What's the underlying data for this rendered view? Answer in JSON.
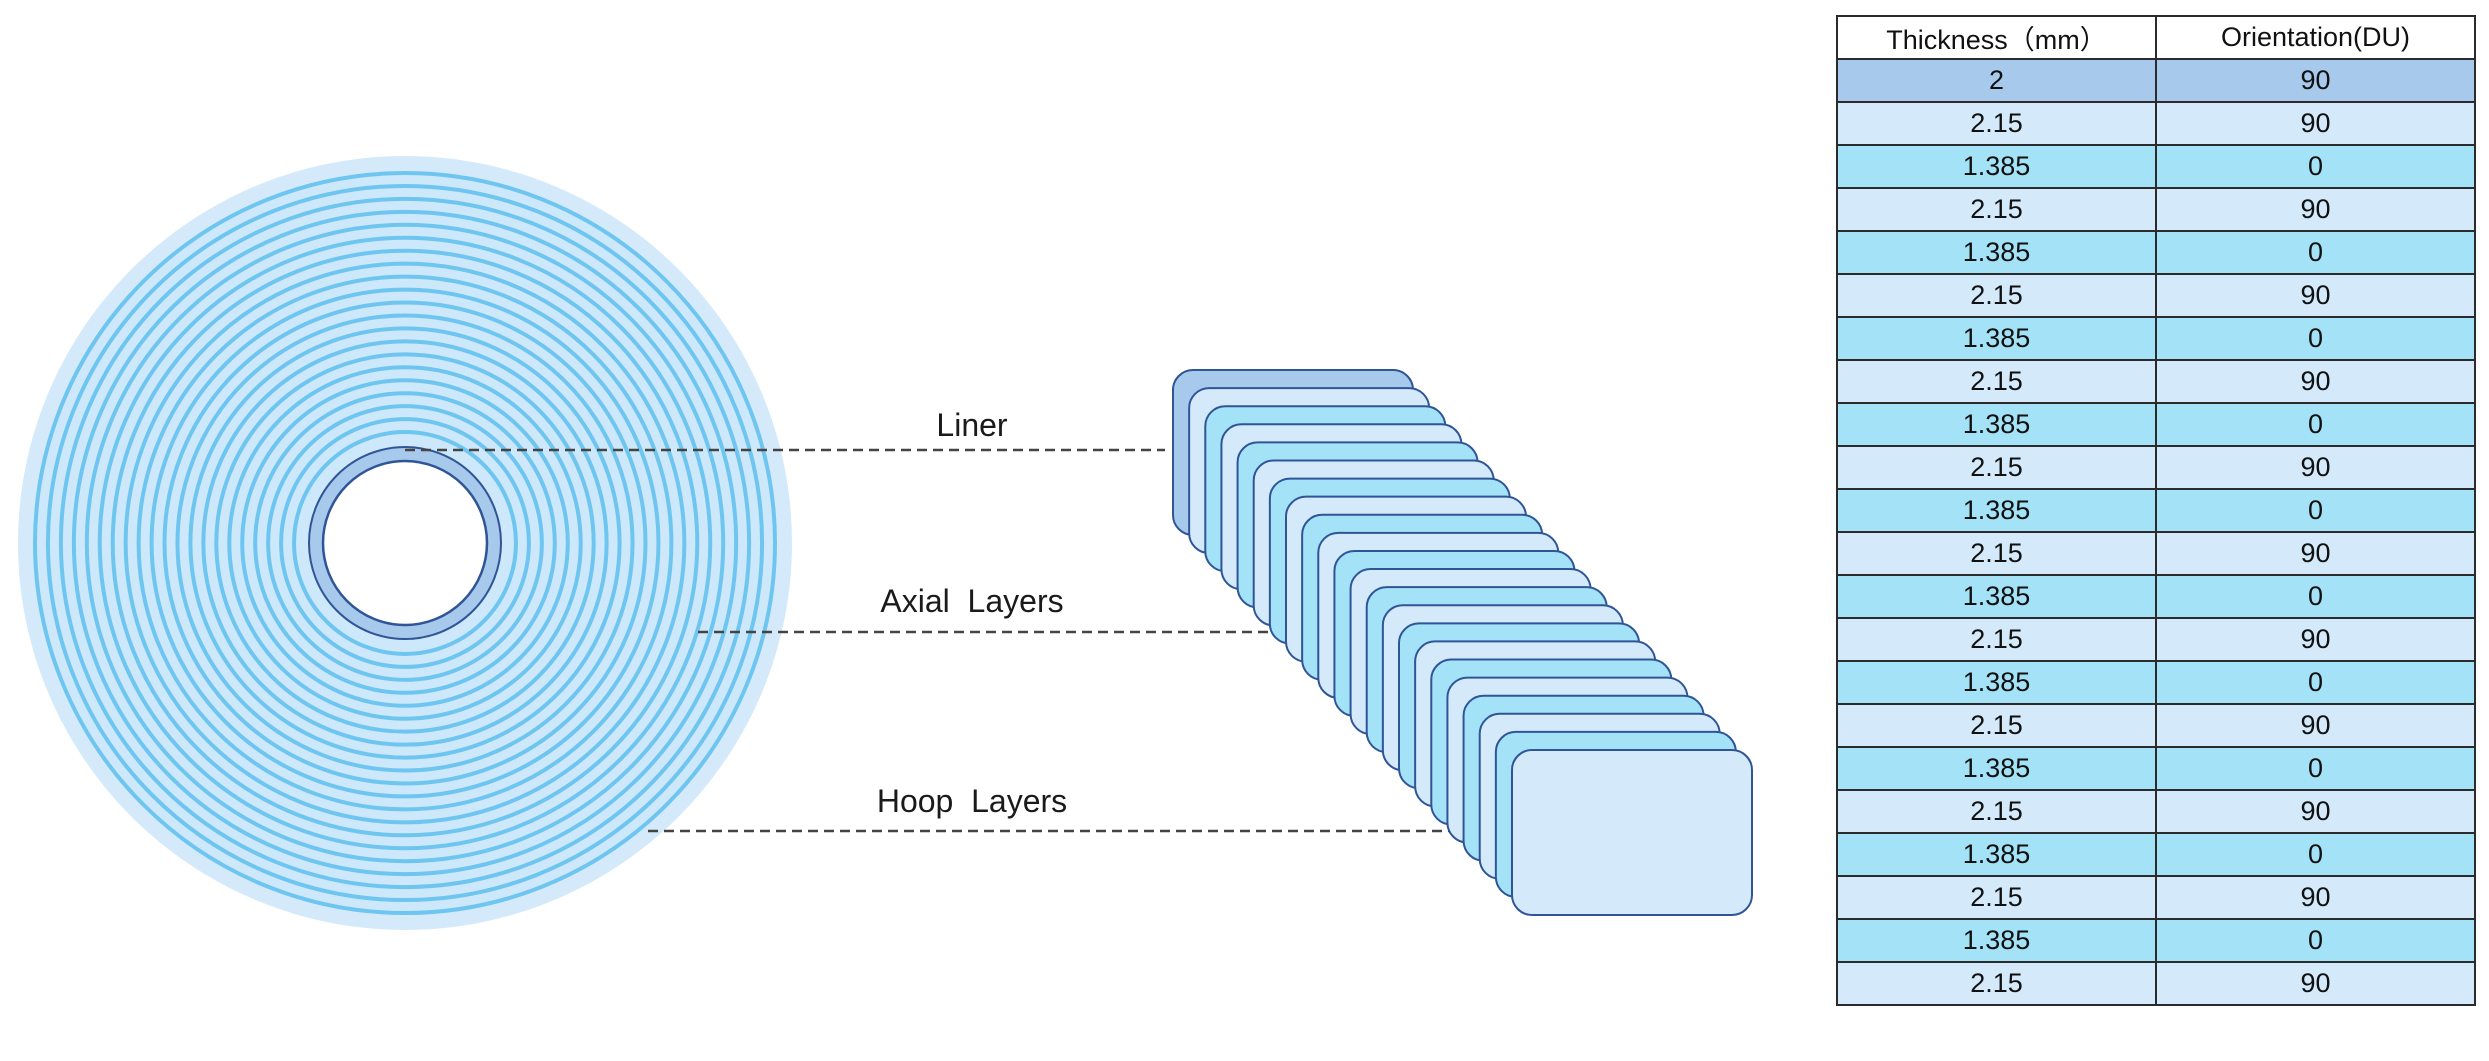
{
  "labels": {
    "liner": "Liner",
    "axial": "Axial  Layers",
    "hoop": "Hoop  Layers"
  },
  "table": {
    "headers": [
      "Thickness（mm）",
      "Orientation(DU)"
    ],
    "rows": [
      {
        "thickness": "2",
        "orientation": "90",
        "kind": "liner"
      },
      {
        "thickness": "2.15",
        "orientation": "90",
        "kind": "hoop"
      },
      {
        "thickness": "1.385",
        "orientation": "0",
        "kind": "axial"
      },
      {
        "thickness": "2.15",
        "orientation": "90",
        "kind": "hoop"
      },
      {
        "thickness": "1.385",
        "orientation": "0",
        "kind": "axial"
      },
      {
        "thickness": "2.15",
        "orientation": "90",
        "kind": "hoop"
      },
      {
        "thickness": "1.385",
        "orientation": "0",
        "kind": "axial"
      },
      {
        "thickness": "2.15",
        "orientation": "90",
        "kind": "hoop"
      },
      {
        "thickness": "1.385",
        "orientation": "0",
        "kind": "axial"
      },
      {
        "thickness": "2.15",
        "orientation": "90",
        "kind": "hoop"
      },
      {
        "thickness": "1.385",
        "orientation": "0",
        "kind": "axial"
      },
      {
        "thickness": "2.15",
        "orientation": "90",
        "kind": "hoop"
      },
      {
        "thickness": "1.385",
        "orientation": "0",
        "kind": "axial"
      },
      {
        "thickness": "2.15",
        "orientation": "90",
        "kind": "hoop"
      },
      {
        "thickness": "1.385",
        "orientation": "0",
        "kind": "axial"
      },
      {
        "thickness": "2.15",
        "orientation": "90",
        "kind": "hoop"
      },
      {
        "thickness": "1.385",
        "orientation": "0",
        "kind": "axial"
      },
      {
        "thickness": "2.15",
        "orientation": "90",
        "kind": "hoop"
      },
      {
        "thickness": "1.385",
        "orientation": "0",
        "kind": "axial"
      },
      {
        "thickness": "2.15",
        "orientation": "90",
        "kind": "hoop"
      },
      {
        "thickness": "1.385",
        "orientation": "0",
        "kind": "axial"
      },
      {
        "thickness": "2.15",
        "orientation": "90",
        "kind": "hoop"
      }
    ]
  },
  "colors": {
    "liner": "#a7c9eb",
    "hoop": "#d4eafb",
    "axial": "#a3e2f7",
    "outline": "#2f5597",
    "ring_line": "#6ec6f0",
    "dash": "#444444"
  }
}
